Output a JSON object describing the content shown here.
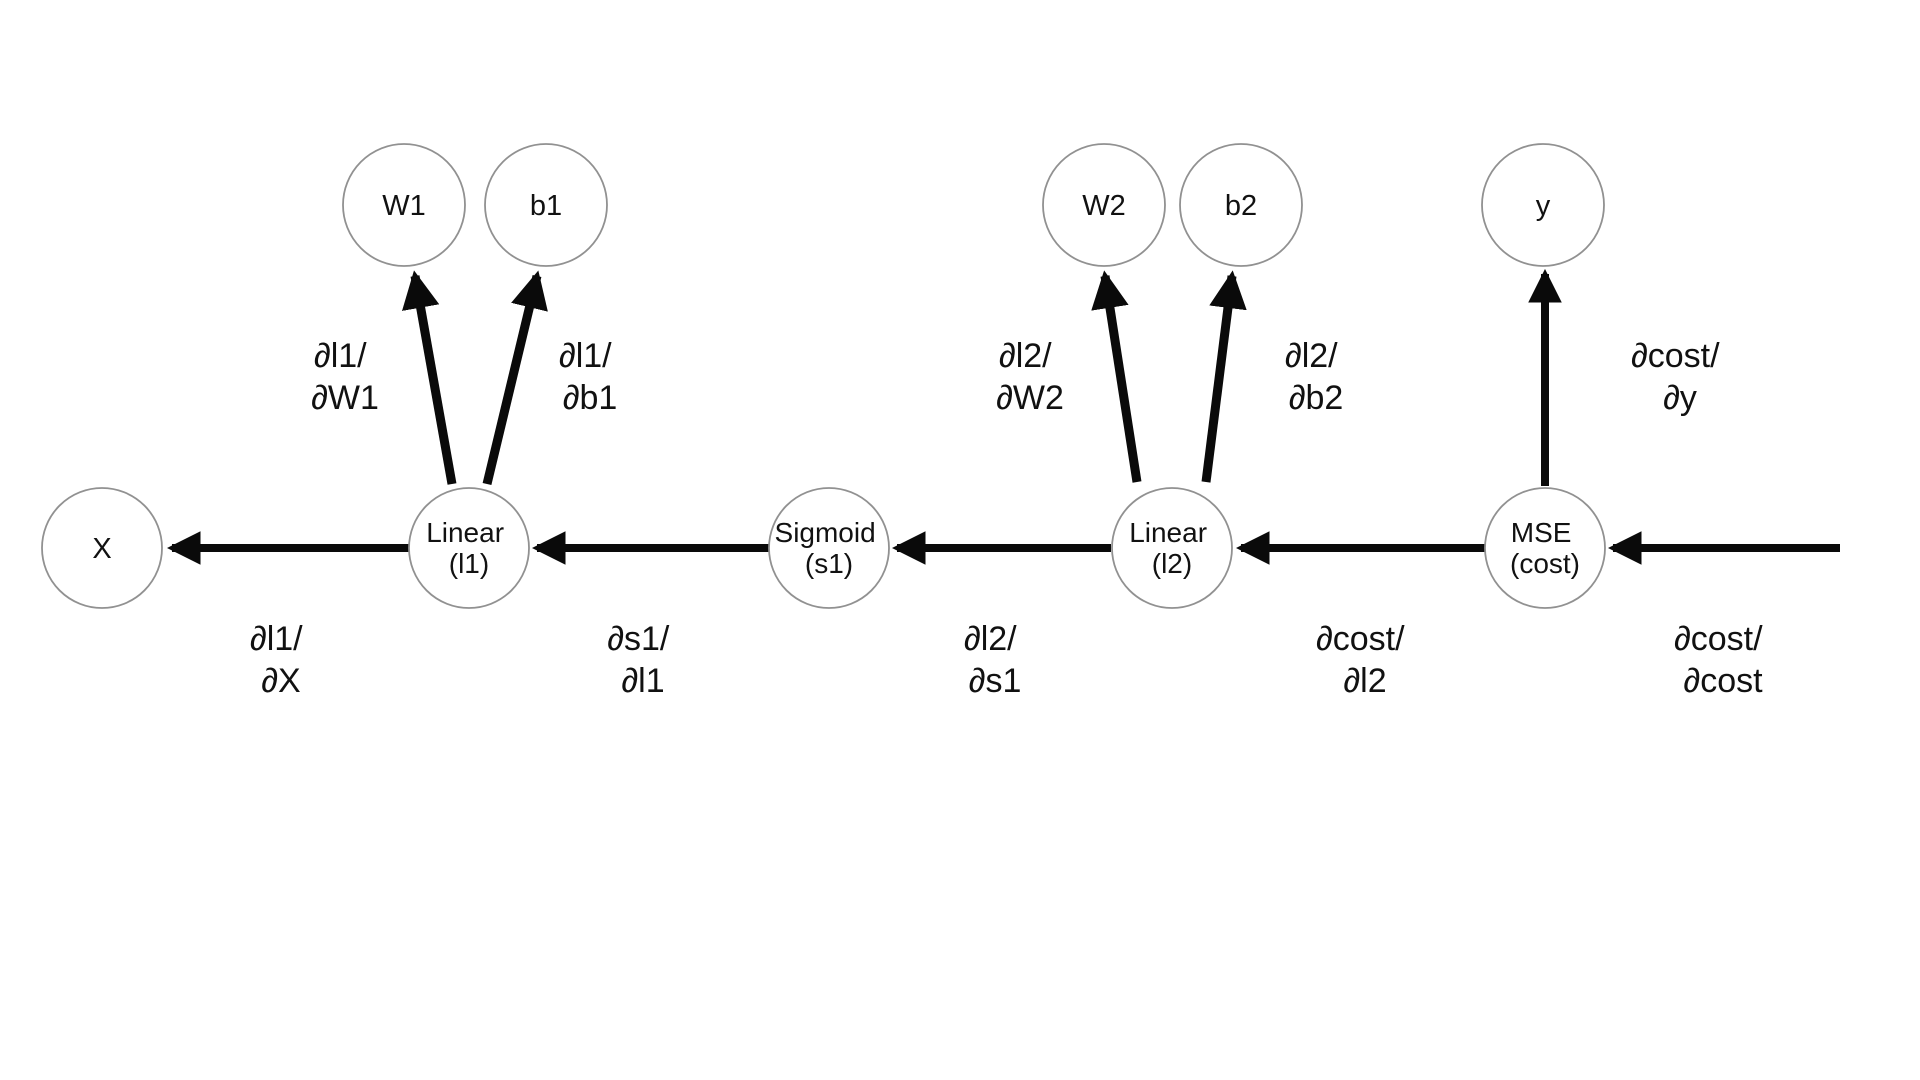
{
  "diagram": {
    "kind": "backpropagation-computational-graph",
    "colors": {
      "background": "#ffffff",
      "node_fill": "#ffffff",
      "node_stroke": "#919191",
      "arrow": "#0a0a0a",
      "text": "#111111"
    },
    "nodes": [
      {
        "id": "x",
        "label": "X"
      },
      {
        "id": "l1",
        "line1": "Linear",
        "line2": "(l1)"
      },
      {
        "id": "s1",
        "line1": "Sigmoid",
        "line2": "(s1)"
      },
      {
        "id": "l2",
        "line1": "Linear",
        "line2": "(l2)"
      },
      {
        "id": "cost",
        "line1": "MSE",
        "line2": "(cost)"
      },
      {
        "id": "w1",
        "label": "W1"
      },
      {
        "id": "b1",
        "label": "b1"
      },
      {
        "id": "w2",
        "label": "W2"
      },
      {
        "id": "b2",
        "label": "b2"
      },
      {
        "id": "y",
        "label": "y"
      }
    ],
    "edge_labels": [
      {
        "id": "dl1-dw1",
        "line1": "∂l1/",
        "line2": "∂W1"
      },
      {
        "id": "dl1-db1",
        "line1": "∂l1/",
        "line2": "∂b1"
      },
      {
        "id": "dl2-dw2",
        "line1": "∂l2/",
        "line2": "∂W2"
      },
      {
        "id": "dl2-db2",
        "line1": "∂l2/",
        "line2": "∂b2"
      },
      {
        "id": "dcost-dy",
        "line1": "∂cost/",
        "line2": "∂y"
      },
      {
        "id": "dl1-dx",
        "line1": "∂l1/",
        "line2": "∂X"
      },
      {
        "id": "ds1-dl1",
        "line1": "∂s1/",
        "line2": "∂l1"
      },
      {
        "id": "dl2-ds1",
        "line1": "∂l2/",
        "line2": "∂s1"
      },
      {
        "id": "dcost-dl2",
        "line1": "∂cost/",
        "line2": "∂l2"
      },
      {
        "id": "dcost-dcost",
        "line1": "∂cost/",
        "line2": "∂cost"
      }
    ]
  }
}
